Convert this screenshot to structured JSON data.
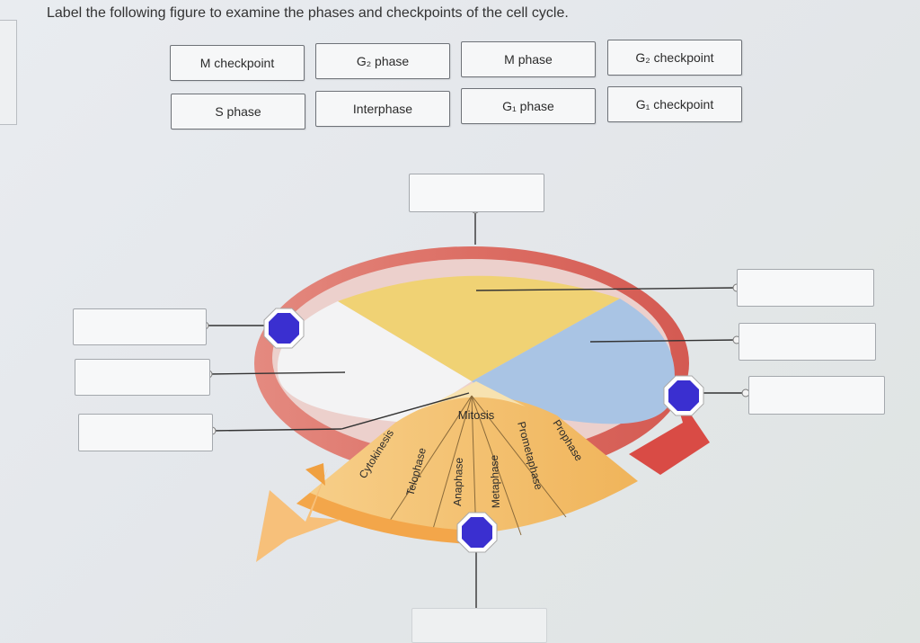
{
  "instruction": "Label the following figure to examine the phases and checkpoints of the cell cycle.",
  "word_bank": [
    {
      "id": "m-checkpoint",
      "label": "M checkpoint"
    },
    {
      "id": "g2-phase",
      "label": "G₂ phase"
    },
    {
      "id": "m-phase",
      "label": "M phase"
    },
    {
      "id": "g2-checkpoint",
      "label": "G₂ checkpoint"
    },
    {
      "id": "s-phase",
      "label": "S phase"
    },
    {
      "id": "interphase",
      "label": "Interphase"
    },
    {
      "id": "g1-phase",
      "label": "G₁ phase"
    },
    {
      "id": "g1-checkpoint",
      "label": "G₁ checkpoint"
    }
  ],
  "diagram": {
    "mitosis_label": "Mitosis",
    "mitosis_stages": [
      "Cytokinesis",
      "Telophase",
      "Anaphase",
      "Metaphase",
      "Prometaphase",
      "Prophase"
    ]
  },
  "colors": {
    "outer_ring": "#dc6e64",
    "g1_sector": "#f0d274",
    "g2_sector": "#a9c4e4",
    "s_sector": "#f1f2f2",
    "mitosis_band": "#f0b45a",
    "checkpoint_marker": "#3a2fd0"
  }
}
